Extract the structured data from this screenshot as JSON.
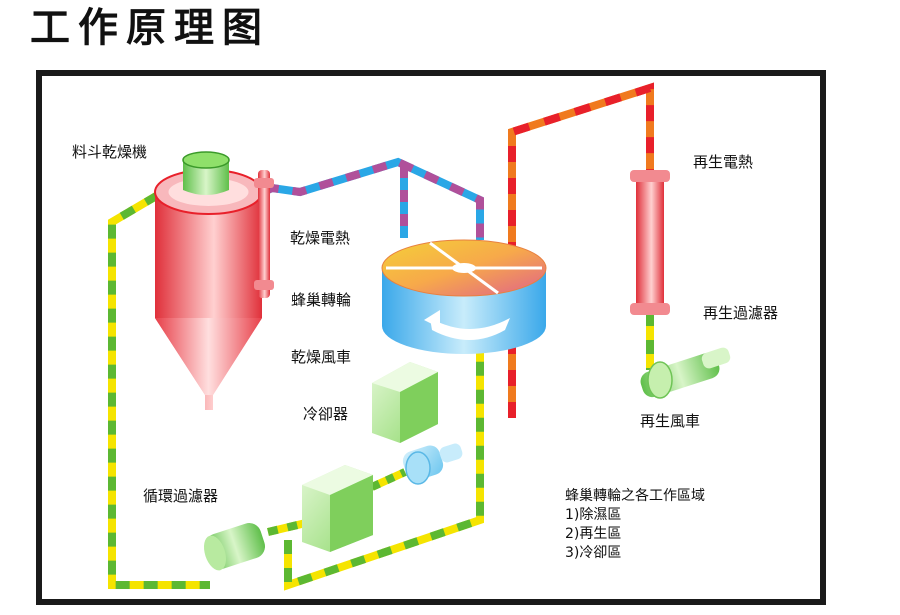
{
  "page_title": "工作原理图",
  "labels": {
    "hopper_dryer": "料斗乾燥機",
    "dry_heater": "乾燥電熱",
    "honeycomb_rotor": "蜂巢轉輪",
    "dry_blower": "乾燥風車",
    "cooler": "冷卻器",
    "circ_filter": "循環過濾器",
    "regen_heater": "再生電熱",
    "regen_filter": "再生過濾器",
    "regen_blower": "再生風車"
  },
  "zones": {
    "title": "蜂巢轉輪之各工作區域",
    "items": [
      "1)除濕區",
      "2)再生區",
      "3)冷卻區"
    ]
  },
  "colors": {
    "pipe_return": [
      "#f5e400",
      "#5cb832"
    ],
    "pipe_dry": [
      "#2aa7e6",
      "#b0509a"
    ],
    "pipe_regen": [
      "#e8202a",
      "#f07a1e"
    ],
    "heater_red": "#e8202a",
    "equipment_green": "#9be07a",
    "rotor_blue": "#7ed0f4"
  }
}
